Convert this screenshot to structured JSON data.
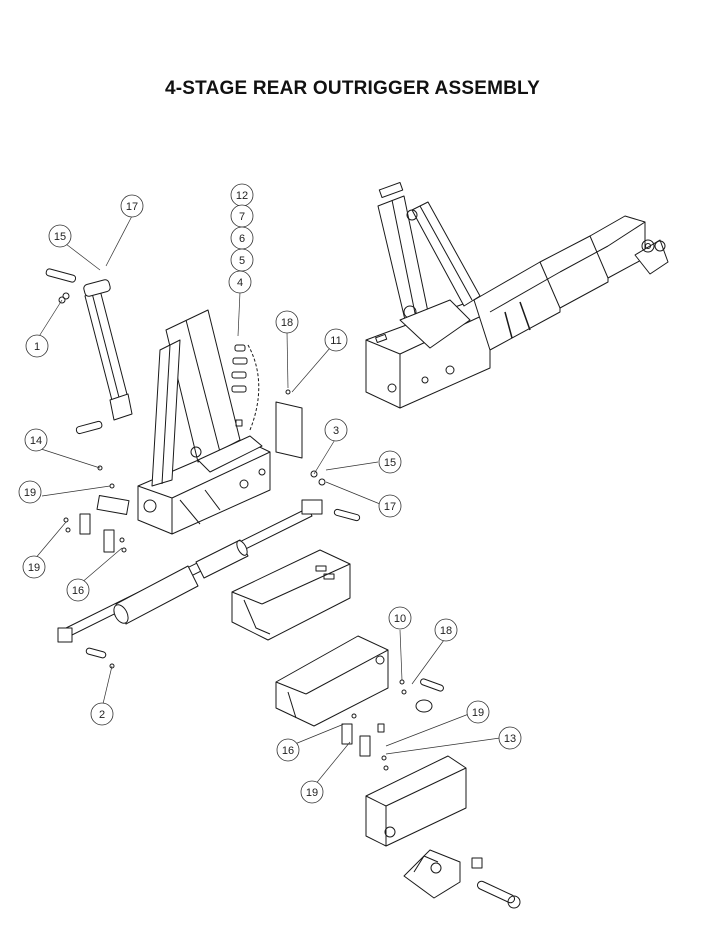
{
  "title": "4-STAGE REAR OUTRIGGER ASSEMBLY",
  "callouts": [
    {
      "id": "c17a",
      "label": "17"
    },
    {
      "id": "c15a",
      "label": "15"
    },
    {
      "id": "c1",
      "label": "1"
    },
    {
      "id": "c12",
      "label": "12"
    },
    {
      "id": "c7",
      "label": "7"
    },
    {
      "id": "c6",
      "label": "6"
    },
    {
      "id": "c5",
      "label": "5"
    },
    {
      "id": "c4",
      "label": "4"
    },
    {
      "id": "c18a",
      "label": "18"
    },
    {
      "id": "c11",
      "label": "11"
    },
    {
      "id": "c14",
      "label": "14"
    },
    {
      "id": "c19a",
      "label": "19"
    },
    {
      "id": "c19b",
      "label": "19"
    },
    {
      "id": "c16a",
      "label": "16"
    },
    {
      "id": "c3",
      "label": "3"
    },
    {
      "id": "c15b",
      "label": "15"
    },
    {
      "id": "c17b",
      "label": "17"
    },
    {
      "id": "c2",
      "label": "2"
    },
    {
      "id": "c10",
      "label": "10"
    },
    {
      "id": "c18b",
      "label": "18"
    },
    {
      "id": "c19c",
      "label": "19"
    },
    {
      "id": "c13",
      "label": "13"
    },
    {
      "id": "c16b",
      "label": "16"
    },
    {
      "id": "c19d",
      "label": "19"
    }
  ]
}
